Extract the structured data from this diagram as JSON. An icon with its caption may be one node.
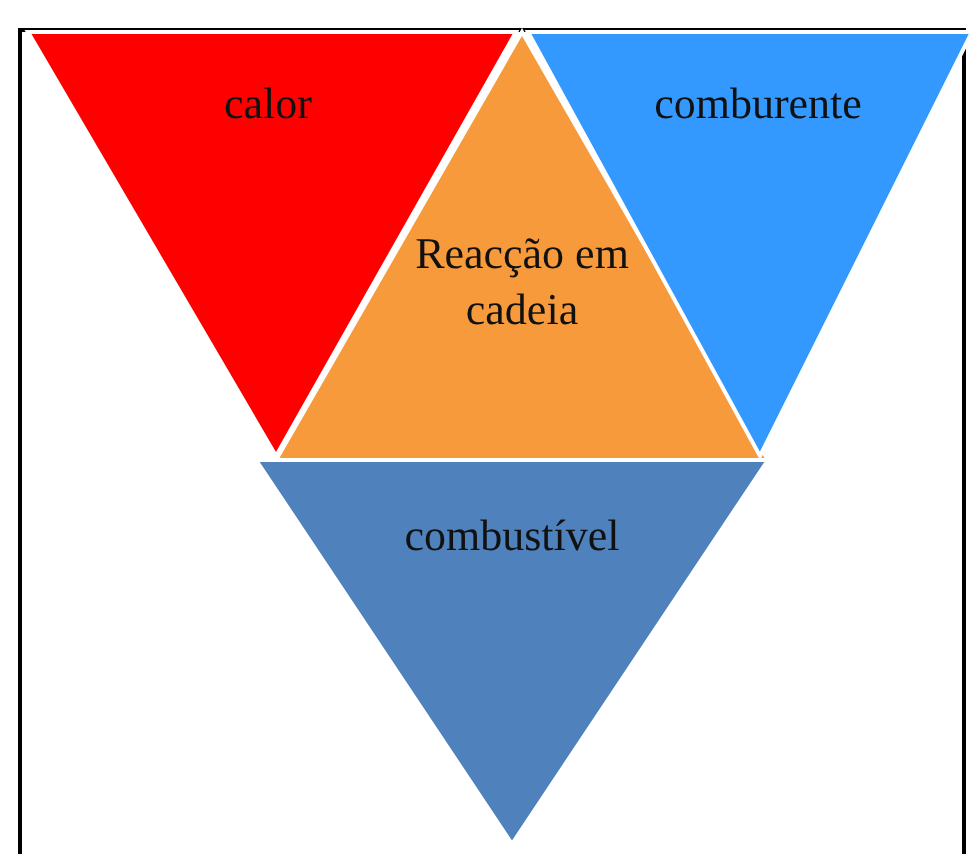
{
  "diagram": {
    "nodes": [
      {
        "text": [
          "calor"
        ]
      },
      {
        "text": [
          "Reacção em cadeia"
        ]
      },
      {
        "text": [
          "comburente"
        ]
      },
      {
        "text": [
          "combustível"
        ]
      }
    ]
  }
}
